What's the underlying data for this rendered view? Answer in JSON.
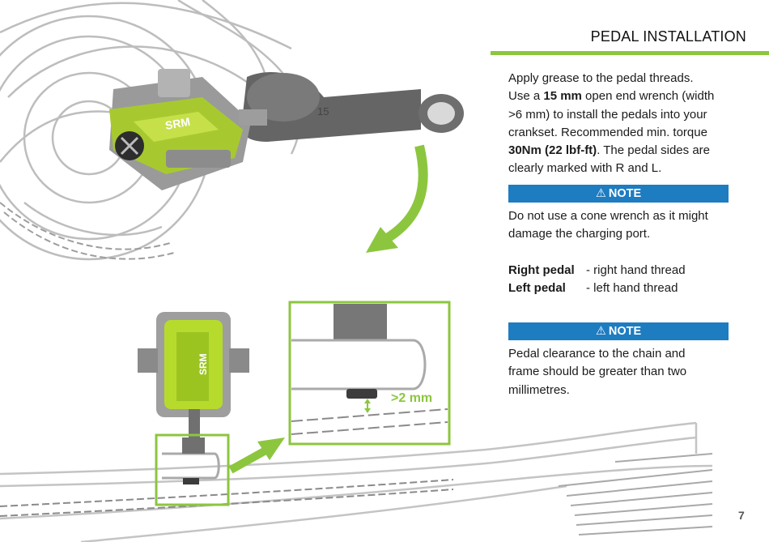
{
  "page": {
    "title": "PEDAL INSTALLATION",
    "page_number": "7"
  },
  "instructions": {
    "line1": "Apply grease to the pedal threads.",
    "line2_pre": "Use a ",
    "line2_bold": "15 mm",
    "line2_post": " open end wrench (width",
    "line3": ">6 mm) to install the pedals into your",
    "line4": "crankset. Recommended min. torque",
    "line5_bold": "30Nm (22 lbf-ft)",
    "line5_post": ". The pedal sides are",
    "line6": "clearly marked with R and L."
  },
  "note1": {
    "icon": "warning-triangle-icon",
    "label": "NOTE",
    "line1": "Do not use a cone wrench as it might",
    "line2": "damage the charging port."
  },
  "threads": {
    "right_label": "Right pedal",
    "right_text": "- right hand thread",
    "left_label": "Left pedal",
    "left_text": "- left hand thread"
  },
  "note2": {
    "icon": "warning-triangle-icon",
    "label": "NOTE",
    "line1": "Pedal clearance to the chain and",
    "line2": "frame should be greater than two",
    "line3": "millimetres."
  },
  "illustration": {
    "wrench_size": "15",
    "pedal_brand": "SRM",
    "clearance_label": ">2 mm"
  },
  "colors": {
    "accent_green": "#8cc63f",
    "note_blue": "#1e7cc1",
    "line_art_gray": "#b5b5b5"
  }
}
